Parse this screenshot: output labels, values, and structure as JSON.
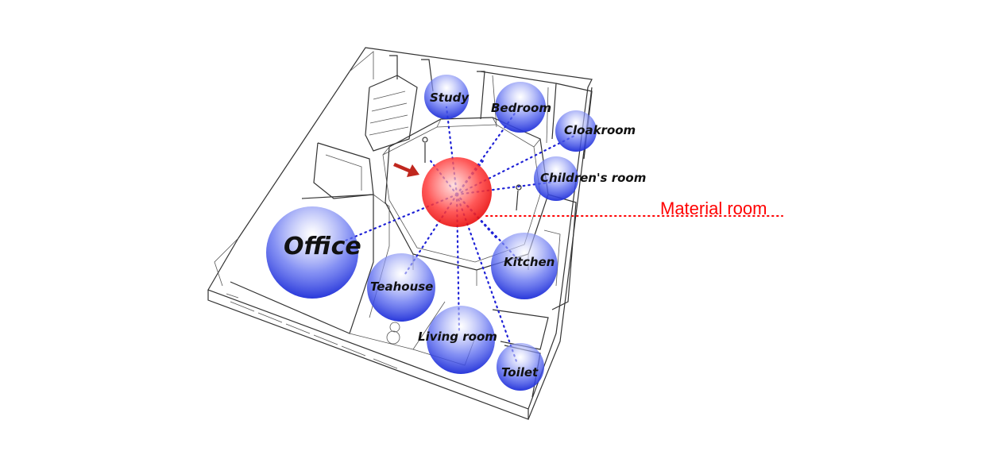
{
  "diagram": {
    "center_room": {
      "label": "Material room",
      "color": "#ff0000"
    },
    "rooms": [
      {
        "id": "study",
        "label": "Study"
      },
      {
        "id": "bedroom",
        "label": "Bedroom"
      },
      {
        "id": "cloakroom",
        "label": "Cloakroom"
      },
      {
        "id": "childrens",
        "label": "Children's room"
      },
      {
        "id": "office",
        "label": "Office"
      },
      {
        "id": "teahouse",
        "label": "Teahouse"
      },
      {
        "id": "kitchen",
        "label": "Kitchen"
      },
      {
        "id": "living",
        "label": "Living room"
      },
      {
        "id": "toilet",
        "label": "Toilet"
      }
    ],
    "colors": {
      "room_bubble": "#2a3fd8",
      "center_bubble": "#e81010",
      "connector": "#1f22d6",
      "arrow": "#c0271e"
    }
  }
}
